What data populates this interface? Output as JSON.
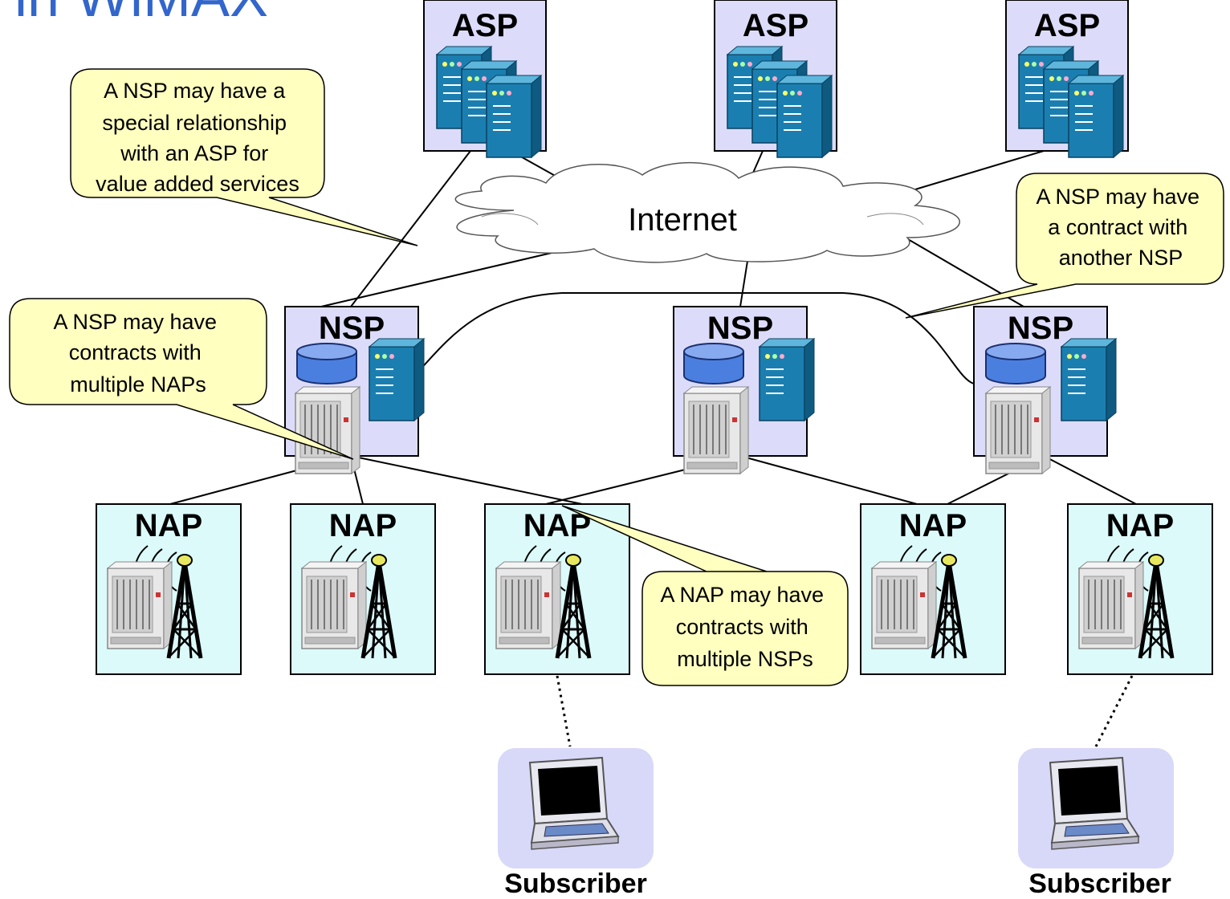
{
  "title": "in WiMAX",
  "internet_label": "Internet",
  "asp_nodes": [
    {
      "label": "ASP"
    },
    {
      "label": "ASP"
    },
    {
      "label": "ASP"
    }
  ],
  "nsp_nodes": [
    {
      "label": "NSP"
    },
    {
      "label": "NSP"
    },
    {
      "label": "NSP"
    }
  ],
  "nap_nodes": [
    {
      "label": "NAP"
    },
    {
      "label": "NAP"
    },
    {
      "label": "NAP"
    },
    {
      "label": "NAP"
    },
    {
      "label": "NAP"
    }
  ],
  "subscribers": [
    {
      "label": "Subscriber"
    },
    {
      "label": "Subscriber"
    }
  ],
  "callouts": {
    "nsp_asp": [
      "A NSP may have a",
      "special relationship",
      "with an ASP for",
      "value added services"
    ],
    "nsp_nsp": [
      "A NSP may have",
      "a contract with",
      "another NSP"
    ],
    "nsp_naps": [
      "A NSP may have",
      "contracts with",
      "multiple NAPs"
    ],
    "nap_nsps": [
      "A NAP may have",
      "contracts with",
      "multiple NSPs"
    ]
  },
  "colors": {
    "title": "#3366cc",
    "asp_nsp_box": "#dcdcfa",
    "nap_box": "#dcfafa",
    "callout_fill": "#ffffc0",
    "server": "#1a7fb0",
    "database": "#4a7fe0",
    "subscriber_bg": "#d8d8f8"
  }
}
